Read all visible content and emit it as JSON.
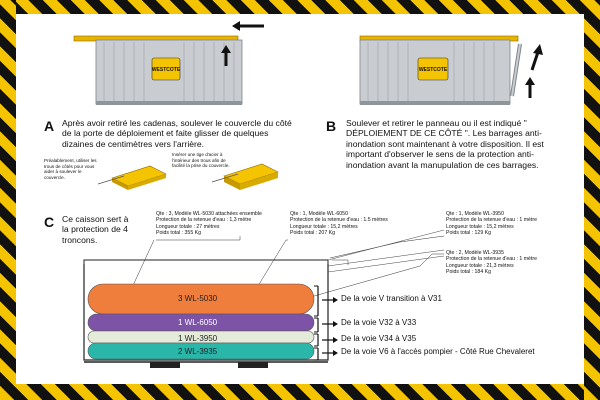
{
  "panel_a": {
    "letter": "A",
    "text": "Après avoir retiré les cadenas, soulever le couvercle du côté de la porte de déploiement et  faite glisser de quelques dizaines de centimètres vers l'arrière.",
    "note_left": "Préalablement, utiliser les trous de côtés pour vous aider à soulever le couvercle.",
    "note_right": "Insérer une tige d'acier à l'intérieur des trous afin de facilité la prise du couvercle."
  },
  "panel_b": {
    "letter": "B",
    "text": "Soulever et retirer le panneau ou il est indiqué \" DÉPLOIEMENT DE CE CÔTÉ \". Les barrages anti-inondation sont maintenant à votre disposition. Il est important d'observer le sens de la protection anti-inondation avant la manupulation de ces barrages."
  },
  "panel_c": {
    "letter": "C",
    "text": "Ce caisson sert à la protection de 4 troncons."
  },
  "logo_text": "WESTCOTE",
  "specs": [
    {
      "qty": "Qte : 3, Modèle WL-5030 attachées ensemble",
      "protection": "Protection de la retenue d'eau : 1,3 mètre",
      "length": "Longueur totale : 27 mètres",
      "weight": "Poids total : 355 Kg"
    },
    {
      "qty": "Qte : 1, Modèle WL-6050",
      "protection": "Protection de la retenue d'eau : 1.5 mètres",
      "length": "Longueur totale : 15,2 mètres",
      "weight": "Poids total : 207 Kg"
    },
    {
      "qty": "Qte : 1, Modèle WL-3950",
      "protection": "Protection de la retenue d'eau : 1 mètre",
      "length": "Longueur totale : 15,2 mètres",
      "weight": "Poids total : 129 Kg"
    },
    {
      "qty": "Qte : 2, Modèle WL-3935",
      "protection": "Protection de la retenue d'eau : 1 mètre",
      "length": "Longueur totale : 21,3 mètres",
      "weight": "Poids total : 184 Kg"
    }
  ],
  "barriers": [
    {
      "label": "3   WL-5030",
      "color": "#ef7d3c"
    },
    {
      "label": "1   WL-6050",
      "color": "#7c53a6"
    },
    {
      "label": "1   WL-3950",
      "color": "#e4ecd9"
    },
    {
      "label": "2   WL-3935",
      "color": "#2bb6aa"
    }
  ],
  "lanes": [
    "De la voie V transition à V31",
    "De la voie V32 à V33",
    "De la voie V34 à V35",
    "De la voie V6 à l'accès pompier - Côté Rue Chevaleret"
  ],
  "colors": {
    "hazard_yellow": "#f5c400",
    "hazard_black": "#111111",
    "container": "#c9cdd1",
    "lid": "#e9b400"
  }
}
